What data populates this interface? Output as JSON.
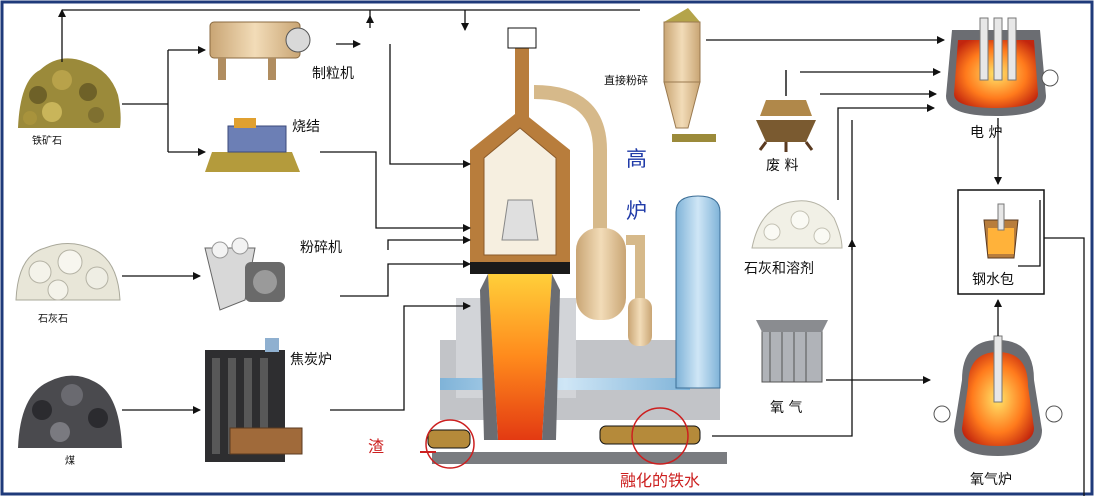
{
  "labels": {
    "iron_ore": "铁矿石",
    "pelletizer": "制粒机",
    "sinter": "烧结",
    "limestone": "石灰石",
    "crusher": "粉碎机",
    "coal": "煤",
    "coke_oven": "焦炭炉",
    "blast_furnace_1": "高",
    "blast_furnace_2": "炉",
    "direct_crush": "直接粉碎",
    "scrap": "废 料",
    "lime_flux": "石灰和溶剂",
    "oxygen": "氧 气",
    "electric_furnace": "电 炉",
    "ladle": "钢水包",
    "oxygen_furnace": "氧气炉",
    "slag": "渣",
    "molten_iron": "融化的铁水"
  },
  "colors": {
    "frame": "#1f3a7a",
    "arrow": "#111111",
    "accent_red": "#cc1f1f",
    "accent_blue": "#1f3aa8",
    "brick": "#b87d3c",
    "pipe": "#a8cde8",
    "steel": "#b0b3b8",
    "flame": "#ff8a1c"
  }
}
